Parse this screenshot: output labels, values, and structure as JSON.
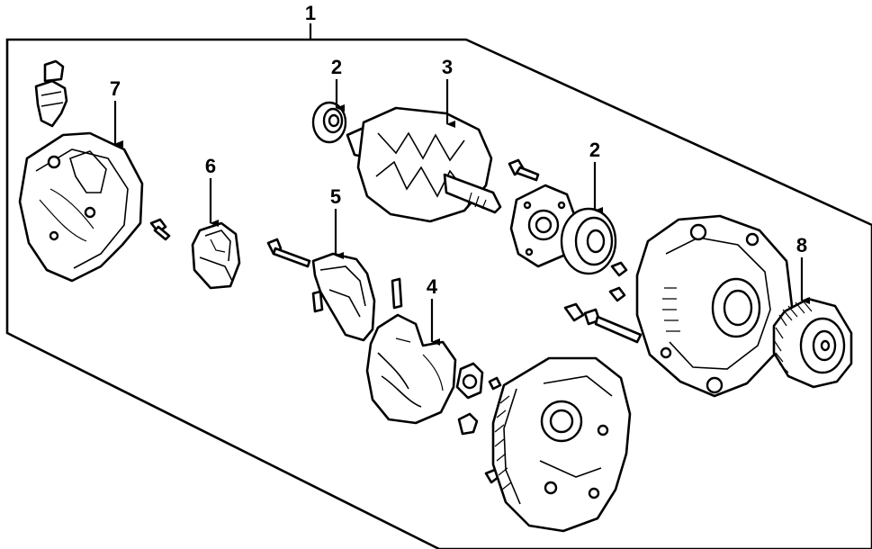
{
  "diagram": {
    "callouts": [
      {
        "id": "c1",
        "label": "1"
      },
      {
        "id": "c2a",
        "label": "2"
      },
      {
        "id": "c3",
        "label": "3"
      },
      {
        "id": "c2b",
        "label": "2"
      },
      {
        "id": "c4",
        "label": "4"
      },
      {
        "id": "c5",
        "label": "5"
      },
      {
        "id": "c6",
        "label": "6"
      },
      {
        "id": "c7",
        "label": "7"
      },
      {
        "id": "c8",
        "label": "8"
      }
    ]
  }
}
